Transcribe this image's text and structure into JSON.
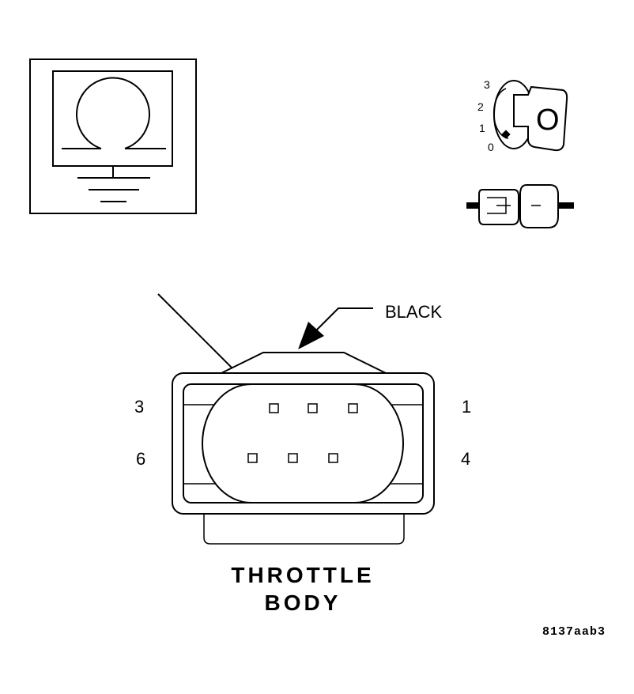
{
  "connector": {
    "color_label": "BLACK",
    "component_line1": "THROTTLE",
    "component_line2": "BODY",
    "pin_labels": {
      "top_left": "3",
      "top_right": "1",
      "bottom_left": "6",
      "bottom_right": "4"
    }
  },
  "ignition_switch": {
    "positions": [
      "3",
      "2",
      "1",
      "0"
    ],
    "key_glyph": "O"
  },
  "figure_code": "8137aab3",
  "icons": {
    "ohmmeter": "ohmmeter-ground-icon",
    "ignition": "ignition-key-off-icon",
    "disconnect": "connector-disconnected-icon"
  }
}
